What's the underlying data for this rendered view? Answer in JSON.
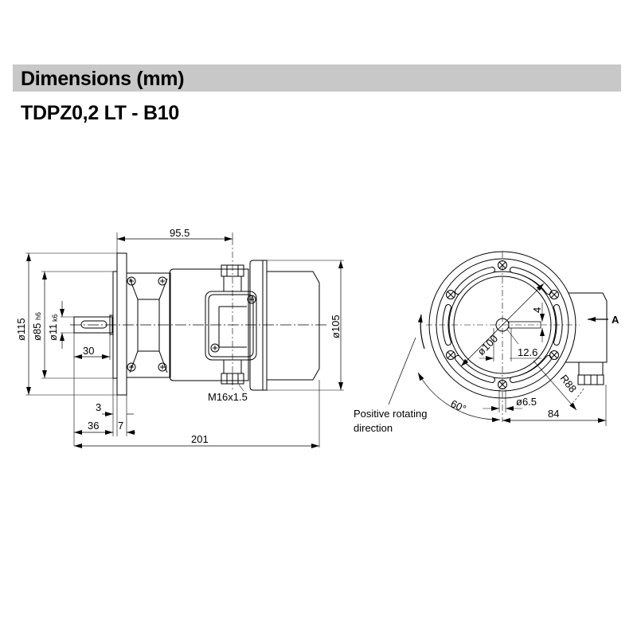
{
  "header": {
    "title": "Dimensions  (mm)",
    "bar_color": "#c8c8c8"
  },
  "model": {
    "name": "TDPZ0,2 LT - B10"
  },
  "side_view": {
    "dimensions": {
      "overall_length": "201",
      "flange_to_gland": "95.5",
      "flange_diameter": "ø115",
      "spigot_diameter": "ø85",
      "spigot_tolerance": "h6",
      "shaft_diameter": "ø11",
      "shaft_tolerance": "k6",
      "shaft_length": "30",
      "spigot_depth": "3",
      "shaft_offset": "36",
      "flange_thickness": "7",
      "housing_diameter": "ø105",
      "cable_gland_thread": "M16x1.5"
    }
  },
  "front_view": {
    "dimensions": {
      "pitch_circle": "ø100",
      "shaft_key": "4",
      "key_offset": "12.6",
      "radius": "R88",
      "hole_diameter": "ø6.5",
      "angle": "60°",
      "connector_offset": "84"
    },
    "view_marker": "A",
    "rotation_label_line1": "Positive rotating",
    "rotation_label_line2": "direction"
  }
}
